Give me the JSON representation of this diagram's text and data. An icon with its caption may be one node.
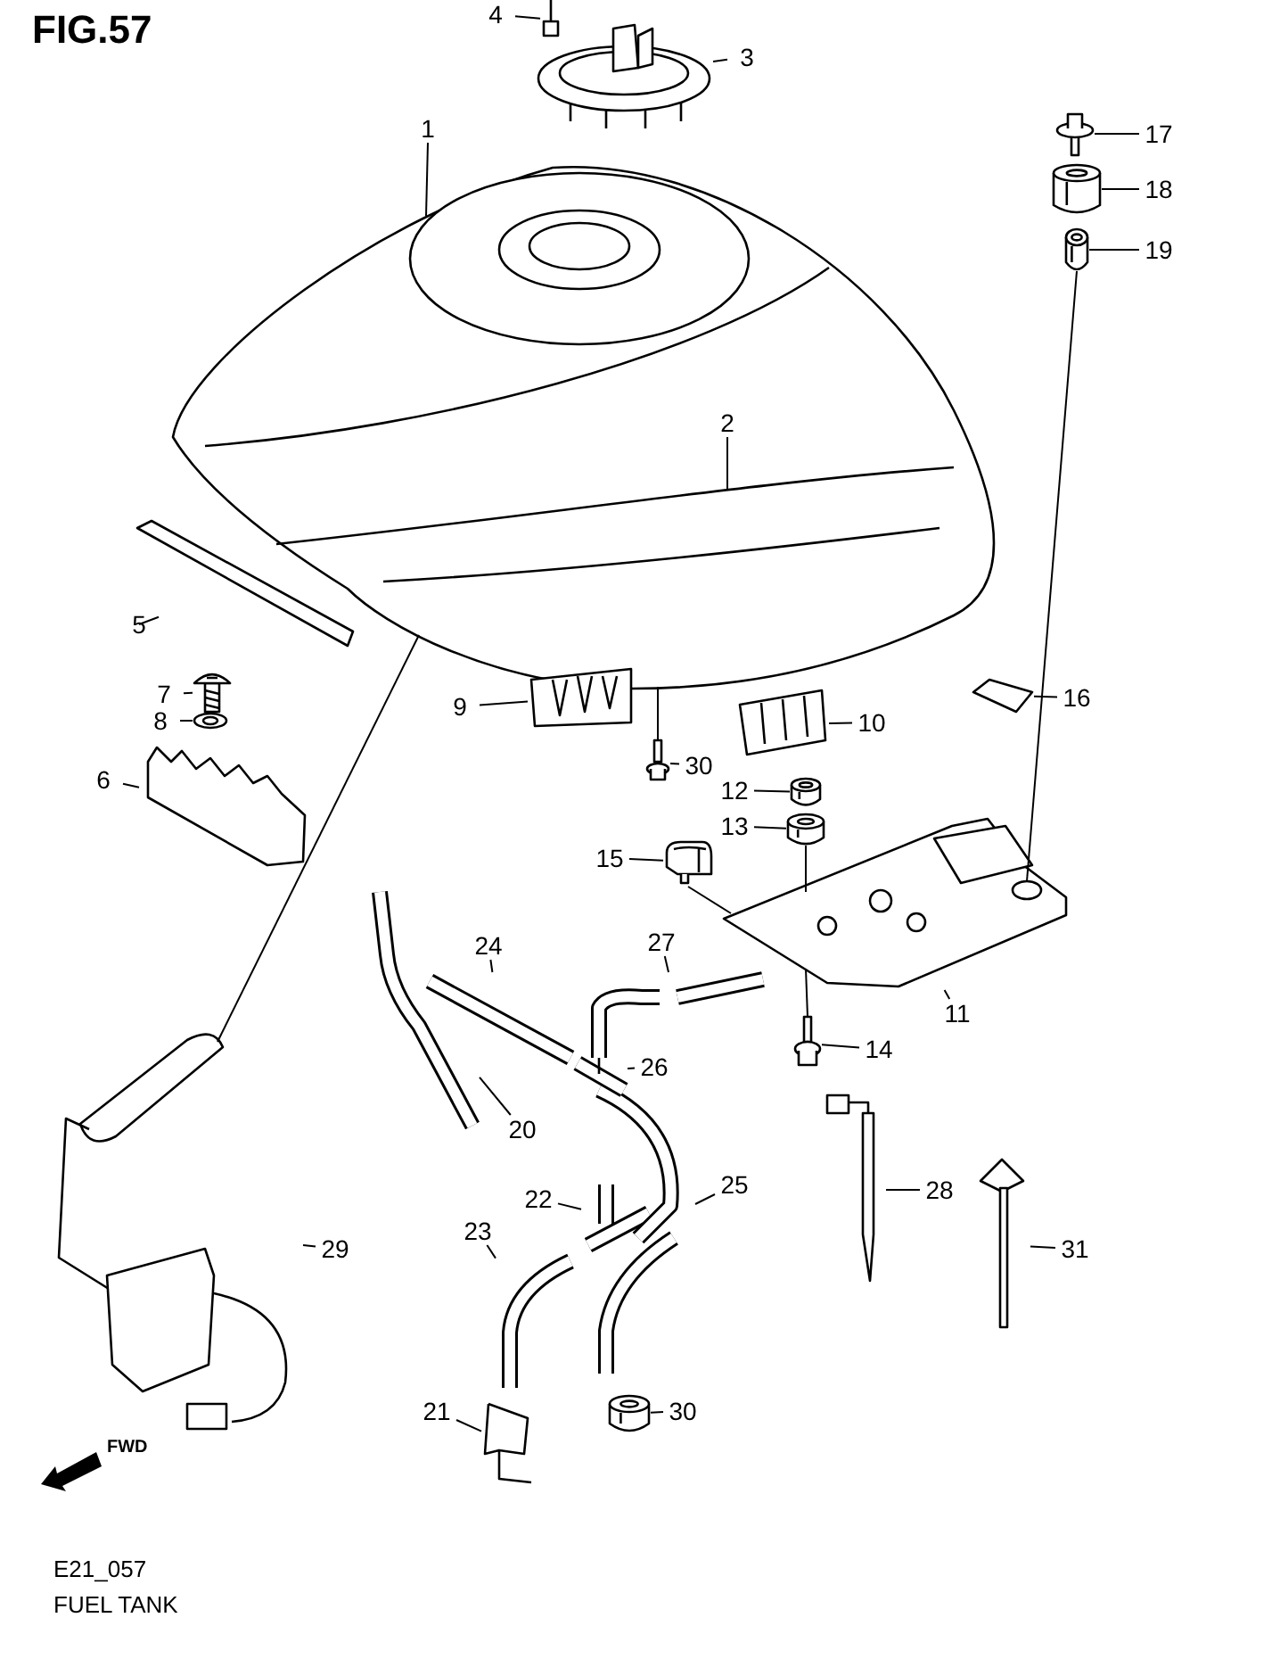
{
  "diagram": {
    "title": "FIG.57",
    "nodes": [
      {
        "text": [
          "1"
        ]
      },
      {
        "text": [],
        "shape": "picture"
      },
      {
        "text": [
          "2"
        ],
        "in": 1
      },
      {
        "text": [
          "3"
        ]
      },
      {
        "text": [],
        "shape": "picture"
      },
      {
        "text": [
          "4"
        ]
      },
      {
        "text": [],
        "shape": "picture"
      },
      {
        "text": [
          "5"
        ]
      },
      {
        "text": [],
        "shape": "picture"
      },
      {
        "text": [
          "6"
        ]
      },
      {
        "text": [],
        "shape": "picture"
      },
      {
        "text": [
          "7"
        ]
      },
      {
        "text": [],
        "shape": "picture"
      },
      {
        "text": [
          "8"
        ]
      },
      {
        "text": [],
        "shape": "picture"
      },
      {
        "text": [
          "9"
        ]
      },
      {
        "text": [],
        "shape": "picture"
      },
      {
        "text": [
          "10"
        ]
      },
      {
        "text": [],
        "shape": "picture"
      },
      {
        "text": [
          "11"
        ]
      },
      {
        "text": [],
        "shape": "picture"
      },
      {
        "text": [
          "12"
        ]
      },
      {
        "text": [],
        "shape": "cylinder"
      },
      {
        "text": [
          "13"
        ]
      },
      {
        "text": [],
        "shape": "cylinder"
      },
      {
        "text": [
          "14"
        ]
      },
      {
        "text": [],
        "shape": "picture"
      },
      {
        "text": [
          "15"
        ]
      },
      {
        "text": [],
        "shape": "picture"
      },
      {
        "text": [
          "16"
        ]
      },
      {
        "text": [],
        "shape": "picture"
      },
      {
        "text": [
          "17"
        ]
      },
      {
        "text": [],
        "shape": "picture"
      },
      {
        "text": [
          "18"
        ]
      },
      {
        "text": [],
        "shape": "cylinder"
      },
      {
        "text": [
          "19"
        ]
      },
      {
        "text": [],
        "shape": "cylinder"
      },
      {
        "text": [
          "20"
        ]
      },
      {
        "text": [],
        "shape": "picture"
      },
      {
        "text": [
          "21"
        ]
      },
      {
        "text": [],
        "shape": "picture"
      },
      {
        "text": [
          "22"
        ]
      },
      {
        "text": [],
        "shape": "picture"
      },
      {
        "text": [
          "23"
        ]
      },
      {
        "text": [],
        "shape": "picture"
      },
      {
        "text": [
          "24"
        ]
      },
      {
        "text": [],
        "shape": "picture"
      },
      {
        "text": [
          "25"
        ]
      },
      {
        "text": [],
        "shape": "picture"
      },
      {
        "text": [
          "26"
        ]
      },
      {
        "text": [],
        "shape": "picture"
      },
      {
        "text": [
          "27"
        ]
      },
      {
        "text": [],
        "shape": "picture"
      },
      {
        "text": [
          "28"
        ]
      },
      {
        "text": [],
        "shape": "picture"
      },
      {
        "text": [
          "29"
        ]
      },
      {
        "text": [],
        "shape": "picture"
      },
      {
        "text": [
          "30"
        ]
      },
      {
        "text": [],
        "shape": "picture"
      },
      {
        "text": [
          "30"
        ]
      },
      {
        "text": [],
        "shape": "cylinder"
      },
      {
        "text": [
          "31"
        ]
      },
      {
        "text": [],
        "shape": "picture"
      }
    ],
    "edges": [
      {
        "from": 0,
        "to": 1,
        "arrow": "none"
      },
      {
        "from": 2,
        "to": null,
        "arrow": "none"
      },
      {
        "from": 3,
        "to": 4,
        "arrow": "none"
      },
      {
        "from": 5,
        "to": 6,
        "arrow": "none"
      },
      {
        "from": 7,
        "to": 8,
        "arrow": "none"
      },
      {
        "from": 9,
        "to": 10,
        "arrow": "none"
      },
      {
        "from": 11,
        "to": 12,
        "arrow": "none"
      },
      {
        "from": 13,
        "to": 14,
        "arrow": "none"
      },
      {
        "from": 15,
        "to": 16,
        "arrow": "none"
      },
      {
        "from": 17,
        "to": 18,
        "arrow": "none"
      },
      {
        "from": 19,
        "to": 20,
        "arrow": "none"
      },
      {
        "from": 21,
        "to": 22,
        "arrow": "none"
      },
      {
        "from": 23,
        "to": 24,
        "arrow": "none"
      },
      {
        "from": 25,
        "to": 26,
        "arrow": "none"
      },
      {
        "from": 27,
        "to": 28,
        "arrow": "none"
      },
      {
        "from": 29,
        "to": 30,
        "arrow": "none"
      },
      {
        "from": 31,
        "to": 32,
        "arrow": "none"
      },
      {
        "from": 33,
        "to": 34,
        "arrow": "none"
      },
      {
        "from": 35,
        "to": 36,
        "arrow": "none"
      },
      {
        "from": 37,
        "to": 38,
        "arrow": "none"
      },
      {
        "from": 39,
        "to": 40,
        "arrow": "none"
      },
      {
        "from": 41,
        "to": 42,
        "arrow": "none"
      },
      {
        "from": 43,
        "to": 44,
        "arrow": "none"
      },
      {
        "from": 45,
        "to": 46,
        "arrow": "none"
      },
      {
        "from": 47,
        "to": 48,
        "arrow": "none"
      },
      {
        "from": 49,
        "to": 50,
        "arrow": "none"
      },
      {
        "from": 51,
        "to": 52,
        "arrow": "none"
      },
      {
        "from": 53,
        "to": 54,
        "arrow": "none"
      },
      {
        "from": 55,
        "to": 56,
        "arrow": "none"
      },
      {
        "from": 57,
        "to": 58,
        "arrow": "none"
      },
      {
        "from": 59,
        "to": 60,
        "arrow": "none"
      },
      {
        "from": 61,
        "to": 62,
        "arrow": "none"
      },
      {
        "from": 36,
        "to": 20,
        "arrow": "none"
      },
      {
        "from": 1,
        "to": 56,
        "arrow": "none"
      },
      {
        "from": 1,
        "to": 58,
        "arrow": "none"
      },
      {
        "from": 24,
        "to": 20,
        "arrow": "none"
      },
      {
        "from": 20,
        "to": 26,
        "arrow": "none"
      },
      {
        "from": 28,
        "to": 20,
        "arrow": "none"
      }
    ],
    "labels": [
      "FWD",
      "E21_057",
      "FUEL TANK"
    ]
  }
}
